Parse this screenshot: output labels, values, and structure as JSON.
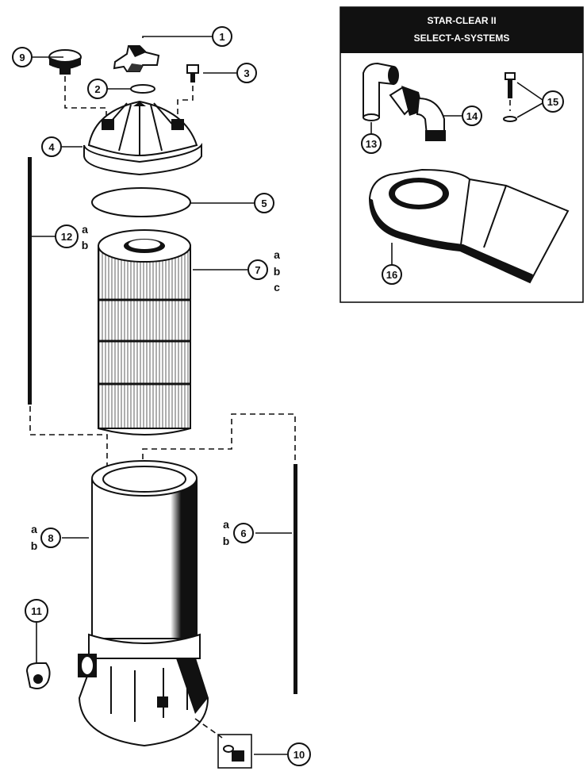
{
  "kit_box": {
    "title_line1": "STAR-CLEAR II",
    "title_line2": "SELECT-A-SYSTEMS"
  },
  "callouts": [
    {
      "id": "1",
      "label": "1"
    },
    {
      "id": "2",
      "label": "2"
    },
    {
      "id": "3",
      "label": "3"
    },
    {
      "id": "4",
      "label": "4"
    },
    {
      "id": "5",
      "label": "5"
    },
    {
      "id": "6",
      "label": "6",
      "variants": [
        "a",
        "b"
      ]
    },
    {
      "id": "7",
      "label": "7",
      "variants": [
        "a",
        "b",
        "c"
      ]
    },
    {
      "id": "8",
      "label": "8",
      "variants": [
        "a",
        "b"
      ]
    },
    {
      "id": "9",
      "label": "9"
    },
    {
      "id": "10",
      "label": "10"
    },
    {
      "id": "11",
      "label": "11"
    },
    {
      "id": "12",
      "label": "12",
      "variants": [
        "a",
        "b"
      ]
    },
    {
      "id": "13",
      "label": "13"
    },
    {
      "id": "14",
      "label": "14"
    },
    {
      "id": "15",
      "label": "15"
    },
    {
      "id": "16",
      "label": "16"
    }
  ],
  "colors": {
    "ink": "#111111",
    "paper": "#ffffff",
    "kit_header_bg": "#111111"
  }
}
